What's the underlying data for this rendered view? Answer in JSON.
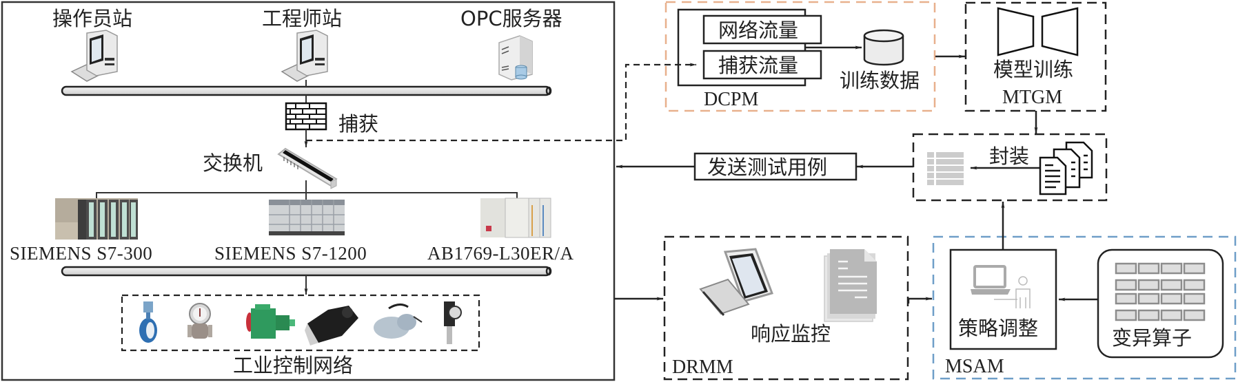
{
  "left_panel": {
    "stations": {
      "operator": "操作员站",
      "engineer": "工程师站",
      "opc_server": "OPC服务器"
    },
    "capture_label": "捕获",
    "switch_label": "交换机",
    "plcs": [
      "SIEMENS S7-300",
      "SIEMENS S7-1200",
      "AB1769-L30ER/A"
    ],
    "field_devices_count": 6,
    "title": "工业控制网络"
  },
  "dcpm": {
    "name": "DCPM",
    "items": [
      "网络流量",
      "捕获流量"
    ],
    "output_label": "训练数据",
    "border_color": "#e8b08c"
  },
  "mtgm": {
    "name": "MTGM",
    "label": "模型训练"
  },
  "packaging": {
    "label": "封装"
  },
  "send_test_cases": {
    "label": "发送测试用例"
  },
  "drmm": {
    "name": "DRMM",
    "label": "响应监控"
  },
  "msam": {
    "name": "MSAM",
    "strategy_label": "策略调整",
    "mutation_label": "变异算子",
    "border_color": "#6e9ec8"
  }
}
